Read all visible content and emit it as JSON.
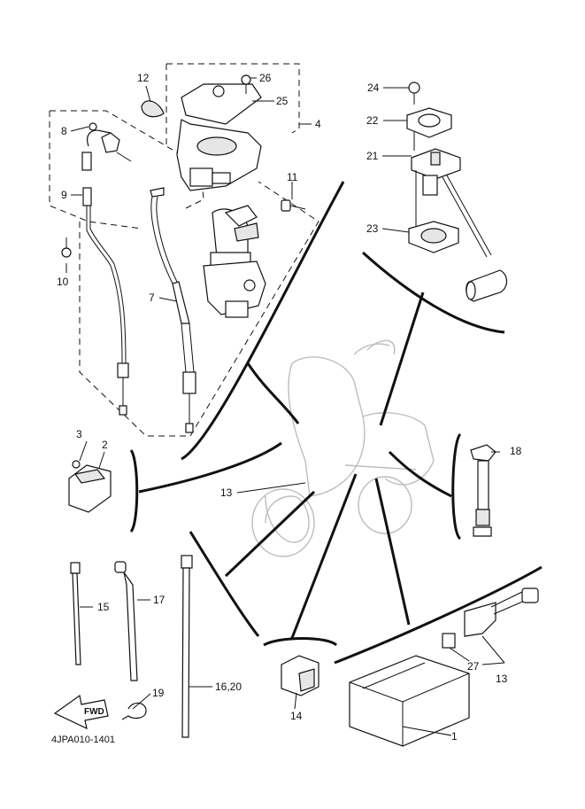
{
  "diagram": {
    "code": "4JPA010-1401",
    "fwd_label": "FWD",
    "callouts": {
      "c1": "1",
      "c2": "2",
      "c3": "3",
      "c4": "4",
      "c7": "7",
      "c8": "8",
      "c9": "9",
      "c10": "10",
      "c11": "11",
      "c12": "12",
      "c13a": "13",
      "c13b": "13",
      "c14": "14",
      "c15": "15",
      "c16_20": "16,20",
      "c17": "17",
      "c18": "18",
      "c19": "19",
      "c21": "21",
      "c22": "22",
      "c23": "23",
      "c24": "24",
      "c25": "25",
      "c26": "26",
      "c27": "27"
    }
  }
}
